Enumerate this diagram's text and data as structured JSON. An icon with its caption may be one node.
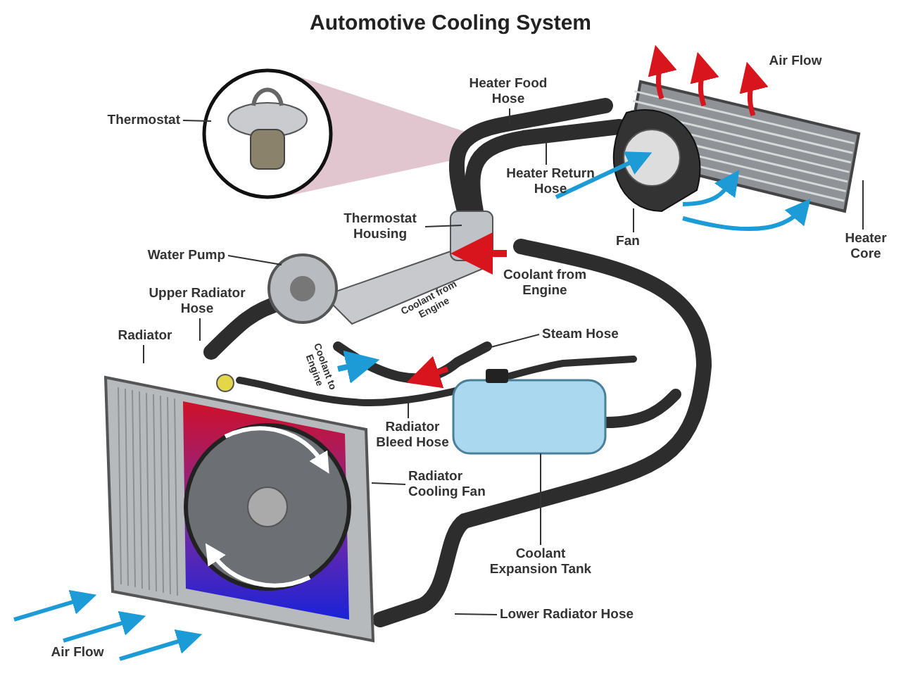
{
  "diagram": {
    "title": "Automotive Cooling System",
    "nodes": [
      {
        "text": [
          "Thermostat"
        ]
      },
      {
        "text": [
          "Heater Food Hose"
        ]
      },
      {
        "text": [
          "Heater Return Hose"
        ]
      },
      {
        "text": [
          "Thermostat Housing"
        ]
      },
      {
        "text": [
          "Water Pump"
        ]
      },
      {
        "text": [
          "Fan"
        ]
      },
      {
        "text": [
          "Heater Core"
        ]
      },
      {
        "text": [
          "Upper Radiator Hose"
        ]
      },
      {
        "text": [
          "Steam Hose"
        ]
      },
      {
        "text": [
          "Radiator"
        ]
      },
      {
        "text": [
          "Radiator Bleed Hose"
        ]
      },
      {
        "text": [
          "Radiator Cooling Fan"
        ]
      },
      {
        "text": [
          "Coolant Expansion Tank"
        ]
      },
      {
        "text": [
          "Lower Radiator Hose"
        ]
      }
    ],
    "edges": [
      {
        "from": 0,
        "to": null,
        "arrow": "none"
      },
      {
        "from": 1,
        "to": null,
        "arrow": "none"
      },
      {
        "from": 2,
        "to": null,
        "arrow": "none"
      },
      {
        "from": 3,
        "to": null,
        "arrow": "none"
      },
      {
        "from": 4,
        "to": null,
        "arrow": "none"
      },
      {
        "from": 5,
        "to": null,
        "arrow": "none"
      },
      {
        "from": 6,
        "to": null,
        "arrow": "none"
      },
      {
        "from": 7,
        "to": null,
        "arrow": "none"
      },
      {
        "from": 8,
        "to": null,
        "arrow": "none"
      },
      {
        "from": 9,
        "to": null,
        "arrow": "none"
      },
      {
        "from": 10,
        "to": null,
        "arrow": "none"
      },
      {
        "from": 11,
        "to": null,
        "arrow": "none"
      },
      {
        "from": 12,
        "to": null,
        "arrow": "none"
      },
      {
        "from": 13,
        "to": null,
        "arrow": "none"
      }
    ],
    "labels": [
      "Air Flow",
      "Coolant from Engine",
      "Coolant from Engine",
      "Coolant to Engine",
      "Air Flow"
    ]
  }
}
